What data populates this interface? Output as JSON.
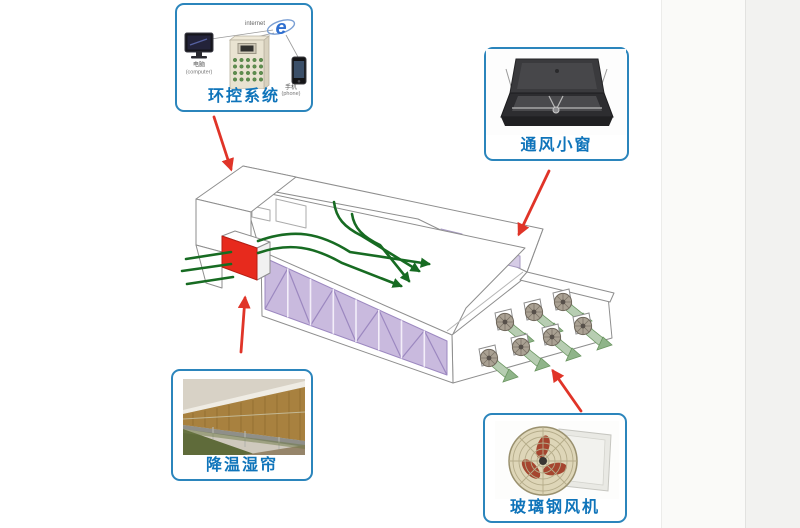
{
  "callouts": {
    "control_system": {
      "label": "环控系统",
      "computer_label": "电脑",
      "computer_sublabel": "(computer)",
      "phone_label": "手机",
      "phone_sublabel": "(phone)",
      "internet_label": "internet"
    },
    "vent_window": {
      "label": "通风小窗"
    },
    "cooling_pad": {
      "label": "降温湿帘"
    },
    "exhaust_fan": {
      "label": "玻璃钢风机"
    }
  },
  "diagram": {
    "exhaust_fan_count": 7,
    "roof_vent_window_count": 3,
    "side_wall_panel_count": 8,
    "inlet_airflow_line_count": 3,
    "interior_airflow_arrow_count": 4
  },
  "colors": {
    "callout_border_blue": "#2b85bc",
    "caption_blue": "#0f74ba",
    "pointer_arrow_red": "#e03428",
    "airflow_green": "#176b22",
    "wet_curtain_red": "#e72a1d",
    "window_purple": "#c9bade",
    "building_outline_gray": "#8e8e8e"
  }
}
